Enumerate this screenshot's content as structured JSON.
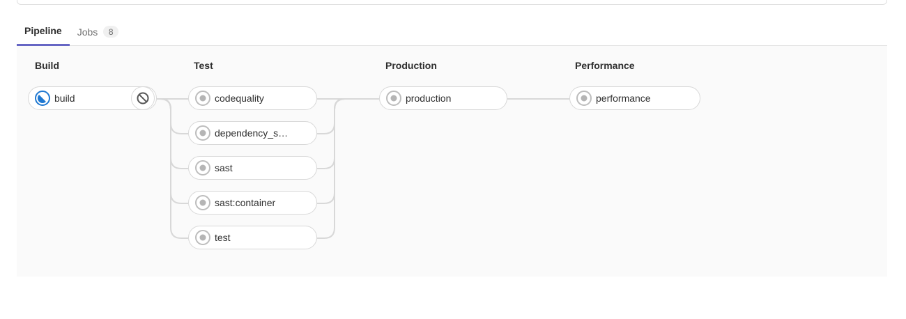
{
  "tabs": {
    "pipeline": {
      "label": "Pipeline"
    },
    "jobs": {
      "label": "Jobs",
      "badge": "8"
    }
  },
  "stages": [
    {
      "name": "Build",
      "jobs": [
        {
          "label": "build",
          "status": "running",
          "action": "cancel"
        }
      ]
    },
    {
      "name": "Test",
      "jobs": [
        {
          "label": "codequality",
          "status": "created"
        },
        {
          "label": "dependency_s…",
          "status": "created"
        },
        {
          "label": "sast",
          "status": "created"
        },
        {
          "label": "sast:container",
          "status": "created"
        },
        {
          "label": "test",
          "status": "created"
        }
      ]
    },
    {
      "name": "Production",
      "jobs": [
        {
          "label": "production",
          "status": "created"
        }
      ]
    },
    {
      "name": "Performance",
      "jobs": [
        {
          "label": "performance",
          "status": "created"
        }
      ]
    }
  ],
  "colors": {
    "tab_underline_accent": "#6666c4",
    "status_running_blue": "#1f78d1",
    "status_created_gray": "#bdbdbd",
    "connector_line": "#d8d8d8",
    "graph_background": "#fafafa",
    "pill_border": "#d8d8d8",
    "text_primary": "#2e2e2e",
    "text_secondary": "#707070"
  }
}
